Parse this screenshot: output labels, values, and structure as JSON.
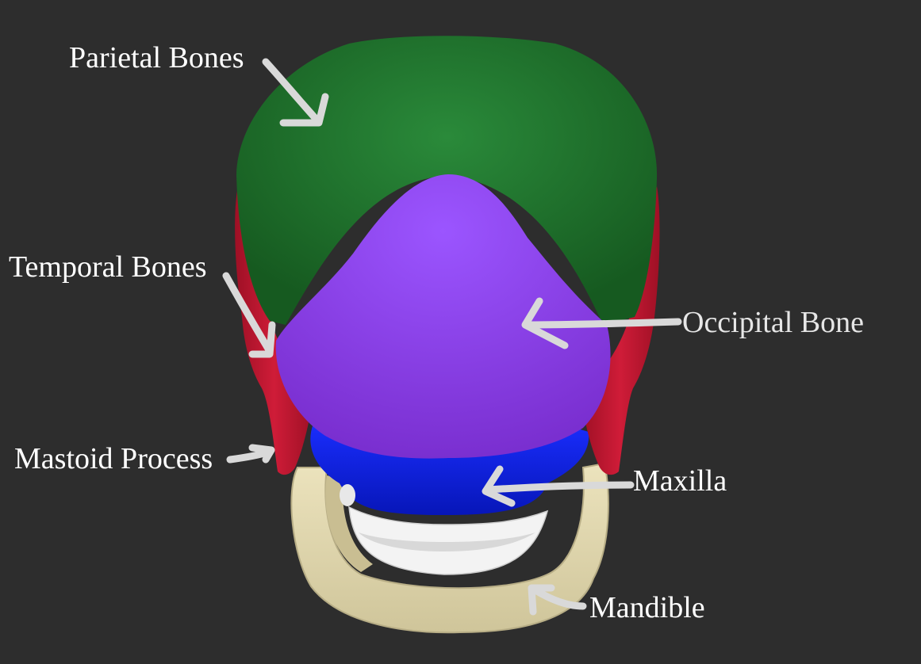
{
  "labels": {
    "parietal": "Parietal Bones",
    "temporal": "Temporal Bones",
    "occipital": "Occipital Bone",
    "mastoid": "Mastoid Process",
    "maxilla": "Maxilla",
    "mandible": "Mandible"
  },
  "colors": {
    "background": "#2d2d2d",
    "parietal": "#1f6b2a",
    "occipital": "#8a3fe6",
    "temporal": "#c41a33",
    "maxilla": "#0b1fe0",
    "mandible": "#e2d9b0",
    "teeth": "#f3f3f3",
    "arrow": "#d9d9d9"
  }
}
